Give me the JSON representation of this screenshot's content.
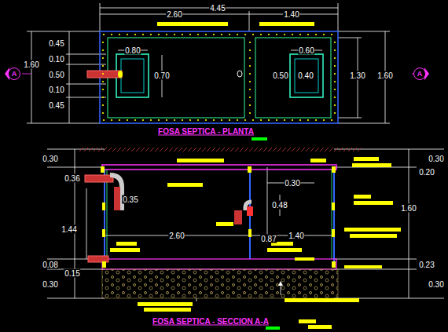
{
  "diagram": {
    "nodes": [
      {
        "text": [
          "A"
        ]
      },
      {
        "text": [
          "A"
        ]
      }
    ],
    "labels": [
      "4.45",
      "2.60",
      "1.40",
      "1.60",
      "0.45",
      "0.10",
      "0.50",
      "0.10",
      "0.45",
      "0.80",
      "0.70",
      "0.60",
      "0.50",
      "0.40",
      "1.30",
      "1.60",
      "FOSA SEPTICA - PLANTA",
      "0.30",
      "0.36",
      "1.44",
      "0.08",
      "0.30",
      "0.15",
      "0.35",
      "0.30",
      "0.48",
      "2.60",
      "1.40",
      "0.87",
      "0.30",
      "0.20",
      "1.60",
      "0.23",
      "0.30",
      "FOSA SEPTICA - SECCION A-A"
    ]
  }
}
